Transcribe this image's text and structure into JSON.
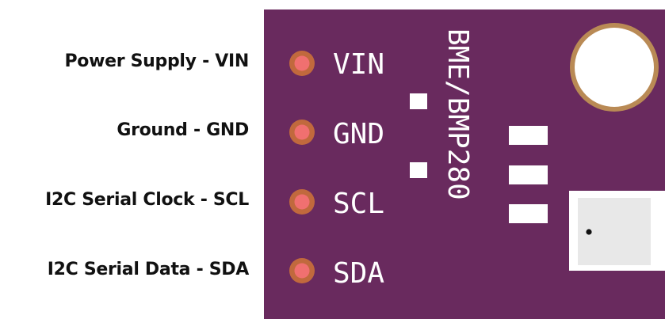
{
  "labels": [
    "Power Supply  - VIN",
    "Ground - GND",
    "I2C Serial Clock - SCL",
    "I2C Serial Data - SDA"
  ],
  "pins": [
    "VIN",
    "GND",
    "SCL",
    "SDA"
  ],
  "chip_name": "BME/BMP280",
  "colors": {
    "board": "#692a5e",
    "pad_ring": "#c1693d",
    "pad_center": "#f07070",
    "mount_ring": "#b98a55",
    "silkscreen": "#ffffff",
    "sensor_body": "#e8e8e8",
    "text": "#111111"
  }
}
